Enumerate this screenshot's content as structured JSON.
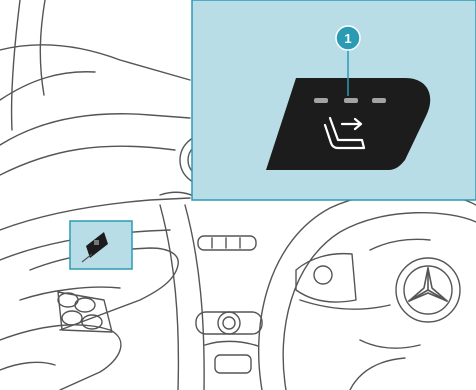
{
  "figure": {
    "callouts": [
      {
        "number": "1",
        "target": "seat-button-indicator-lamps"
      }
    ],
    "colors": {
      "line": "#555555",
      "background": "#ffffff",
      "highlight_fill": "#b8dde7",
      "highlight_border": "#2b9bb5",
      "button_body": "#1c1c1c",
      "indicator_lamp": "#a3a3a3",
      "callout_fill": "#2b9bb5"
    },
    "icons": [
      "seat-memory-icon",
      "mercedes-star-logo"
    ]
  }
}
